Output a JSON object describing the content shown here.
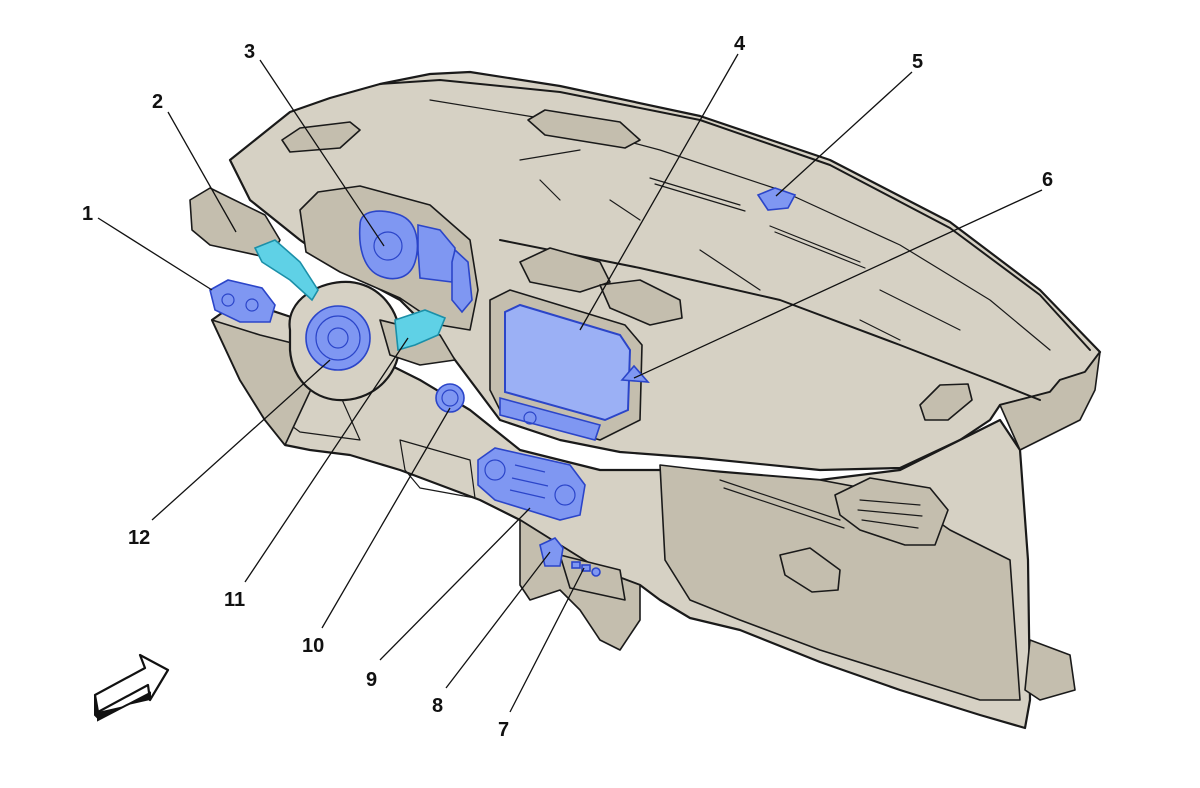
{
  "colors": {
    "dashboard_fill": "#d6d1c4",
    "dashboard_shade": "#c4beae",
    "highlight_blue": "#7f97f2",
    "highlight_cyan": "#5fd1e6",
    "outline": "#1a1a1a"
  },
  "callouts": [
    {
      "id": "1",
      "label": "1"
    },
    {
      "id": "2",
      "label": "2"
    },
    {
      "id": "3",
      "label": "3"
    },
    {
      "id": "4",
      "label": "4"
    },
    {
      "id": "5",
      "label": "5"
    },
    {
      "id": "6",
      "label": "6"
    },
    {
      "id": "7",
      "label": "7"
    },
    {
      "id": "8",
      "label": "8"
    },
    {
      "id": "9",
      "label": "9"
    },
    {
      "id": "10",
      "label": "10"
    },
    {
      "id": "11",
      "label": "11"
    },
    {
      "id": "12",
      "label": "12"
    }
  ],
  "icons": {
    "direction_arrow": "forward-arrow-icon"
  }
}
